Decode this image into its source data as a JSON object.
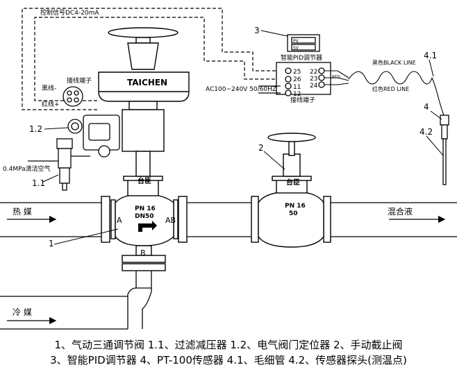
{
  "labels": {
    "signal": "控制信号DC4-20mA",
    "brand": "TAICHEN",
    "terminal_left": "接线端子",
    "black_wire": "黑线-",
    "red_wire": "红线+",
    "air": "0.4MPa清洁空气",
    "hot_medium": "热 媒",
    "cold_medium": "冷 媒",
    "mixed": "混合液",
    "port_a": "A",
    "port_ab": "AB",
    "port_b": "B",
    "valve_pn": "PN 16",
    "valve_dn": "DN50",
    "valve_brand": "台臣",
    "stop_brand": "台臣",
    "stop_pn": "PN 16",
    "stop_dn": "50",
    "pid_title": "智能PID调节器",
    "pid_terminal": "接线端子",
    "pid_pv": "PV",
    "pid_sv": "SV",
    "pid_t25": "25",
    "pid_t26": "26",
    "pid_t11": "11",
    "pid_t12": "12",
    "pid_t22": "22",
    "pid_t23": "23",
    "pid_t24": "24",
    "rtd": "RTD",
    "ac_power": "AC100~240V 50/60HZ",
    "black_line": "黑色BLACK LINE",
    "red_line": "红色RED LINE"
  },
  "callouts": {
    "c1": "1",
    "c1_1": "1.1",
    "c1_2": "1.2",
    "c2": "2",
    "c3": "3",
    "c4": "4",
    "c4_1": "4.1",
    "c4_2": "4.2"
  },
  "caption": {
    "line1": "1、气动三通调节阀  1.1、过滤减压器  1.2、电气阀门定位器  2、手动截止阀",
    "line2": "3、智能PID调节器  4、PT-100传感器  4.1、毛细管 4.2、传感器探头(测温点)"
  }
}
